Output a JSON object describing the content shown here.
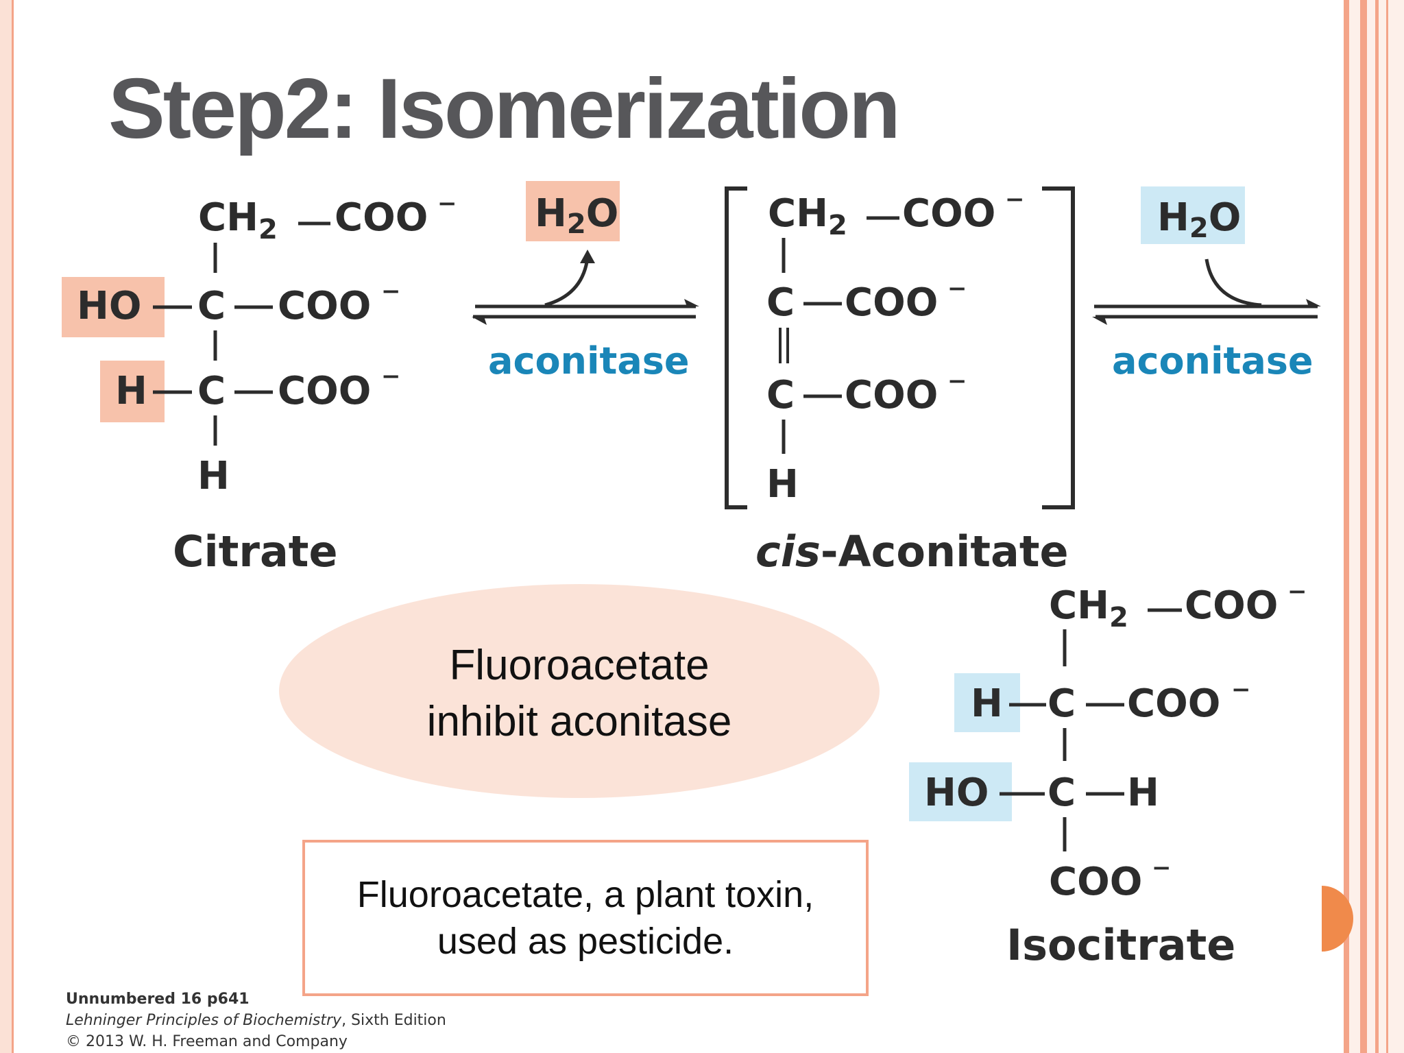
{
  "slide": {
    "title": "Step2: Isomerization"
  },
  "citrate": {
    "name": "Citrate",
    "row1_ch2": "CH",
    "row1_sub": "2",
    "row1_coo": "COO",
    "row2_left": "HO",
    "row2_c": "C",
    "row2_coo": "COO",
    "row3_left": "H",
    "row3_c": "C",
    "row3_coo": "COO",
    "row4_h": "H",
    "charge": "−"
  },
  "reaction1": {
    "water_h": "H",
    "water_sub": "2",
    "water_o": "O",
    "enzyme": "aconitase"
  },
  "cis_aconitate": {
    "name_prefix": "cis",
    "name_rest": "-Aconitate",
    "row1_ch2": "CH",
    "row1_sub": "2",
    "row1_coo": "COO",
    "row2_c": "C",
    "row2_coo": "COO",
    "row3_c": "C",
    "row3_coo": "COO",
    "row4_h": "H",
    "charge": "−"
  },
  "reaction2": {
    "water_h": "H",
    "water_sub": "2",
    "water_o": "O",
    "enzyme": "aconitase"
  },
  "isocitrate": {
    "name": "Isocitrate",
    "row1_ch2": "CH",
    "row1_sub": "2",
    "row1_coo": "COO",
    "row2_left": "H",
    "row2_c": "C",
    "row2_coo": "COO",
    "row3_left": "HO",
    "row3_c": "C",
    "row3_right": "H",
    "row4_coo": "COO",
    "charge": "−"
  },
  "callouts": {
    "ellipse_line1": "Fluoroacetate",
    "ellipse_line2": "inhibit aconitase",
    "box_line1": "Fluoroacetate, a plant toxin,",
    "box_line2": "used as pesticide."
  },
  "credit": {
    "line1": "Unnumbered 16 p641",
    "line2_book": "Lehninger Principles of Biochemistry",
    "line2_rest": ", Sixth Edition",
    "line3": "© 2013 W. H. Freeman and Company"
  },
  "colors": {
    "title": "#57575a",
    "accent_orange": "#f4a488",
    "highlight_salmon": "#f7c2ab",
    "highlight_blue": "#cde9f5",
    "enzyme_blue": "#1a86b8",
    "ellipse_fill": "#fbe3d8"
  }
}
